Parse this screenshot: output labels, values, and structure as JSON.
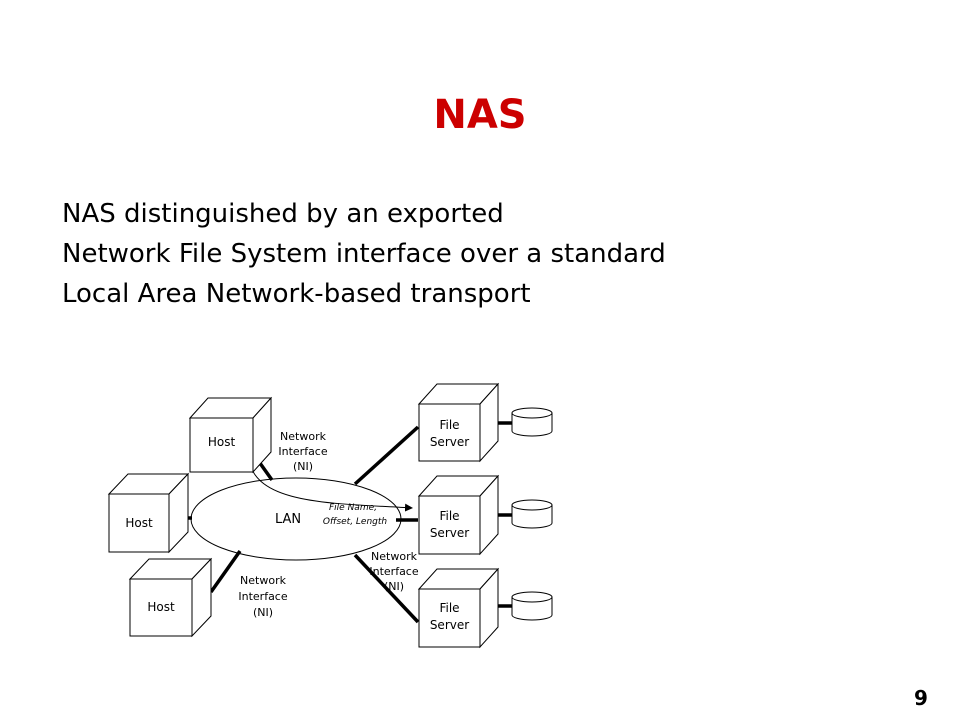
{
  "slide": {
    "title": "NAS",
    "body_lines": [
      "NAS distinguished by an exported",
      "Network File System interface over a standard",
      "Local Area Network-based transport"
    ],
    "page_number": "9"
  },
  "diagram": {
    "lan_label": "LAN",
    "hosts": [
      {
        "label": "Host"
      },
      {
        "label": "Host"
      },
      {
        "label": "Host"
      }
    ],
    "servers": [
      {
        "line1": "File",
        "line2": "Server"
      },
      {
        "line1": "File",
        "line2": "Server"
      },
      {
        "line1": "File",
        "line2": "Server"
      }
    ],
    "ni_labels": [
      {
        "line1": "Network",
        "line2": "Interface",
        "line3": "(NI)"
      },
      {
        "line1": "Network",
        "line2": "Interface",
        "line3": "(NI)"
      },
      {
        "line1": "Network",
        "line2": "Interface",
        "line3": "(NI)"
      }
    ],
    "request_label": {
      "line1": "File Name,",
      "line2": "Offset, Length"
    }
  }
}
